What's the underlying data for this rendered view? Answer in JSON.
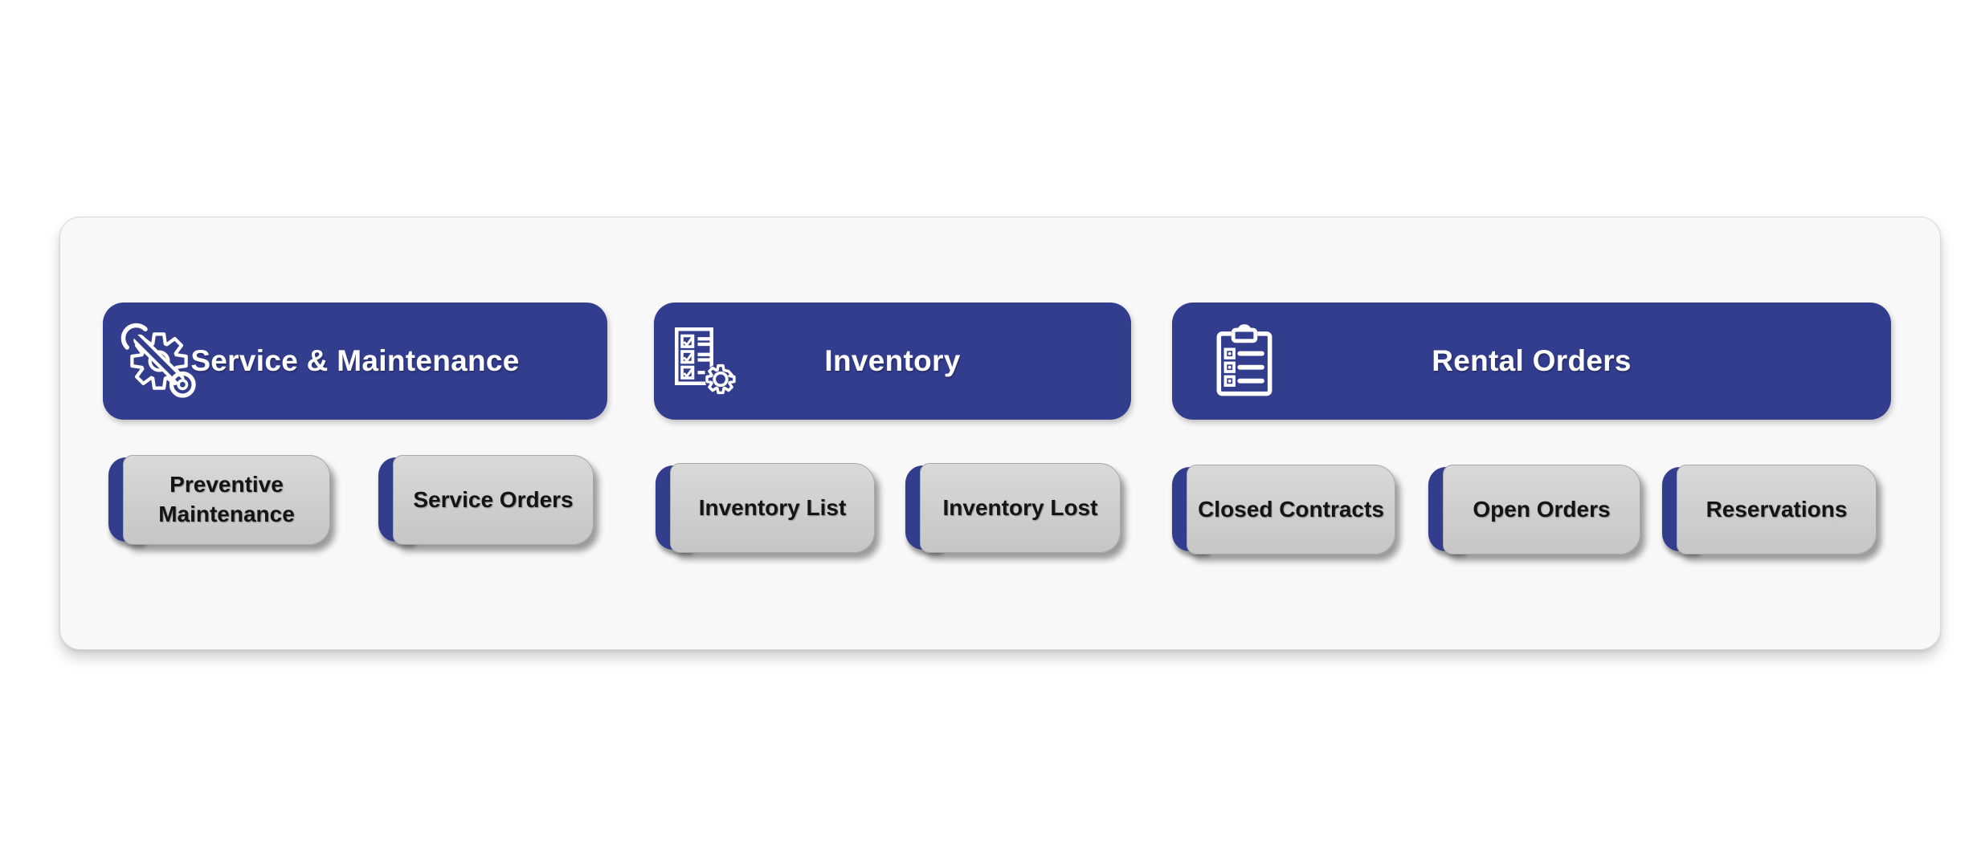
{
  "colors": {
    "primary_blue": "#333D8E",
    "button_gray": "#CDCDCD",
    "card_background": "#F8F8F9",
    "header_text": "#FFFFFF",
    "button_text": "#141414"
  },
  "groups": [
    {
      "label": "Service & Maintenance",
      "icon": "wrench-gear-icon",
      "buttons": [
        {
          "label": "Preventive Maintenance"
        },
        {
          "label": "Service Orders"
        }
      ]
    },
    {
      "label": "Inventory",
      "icon": "checklist-gear-icon",
      "buttons": [
        {
          "label": "Inventory List"
        },
        {
          "label": "Inventory Lost"
        }
      ]
    },
    {
      "label": "Rental Orders",
      "icon": "clipboard-list-icon",
      "buttons": [
        {
          "label": "Closed Contracts"
        },
        {
          "label": "Open Orders"
        },
        {
          "label": "Reservations"
        }
      ]
    }
  ]
}
